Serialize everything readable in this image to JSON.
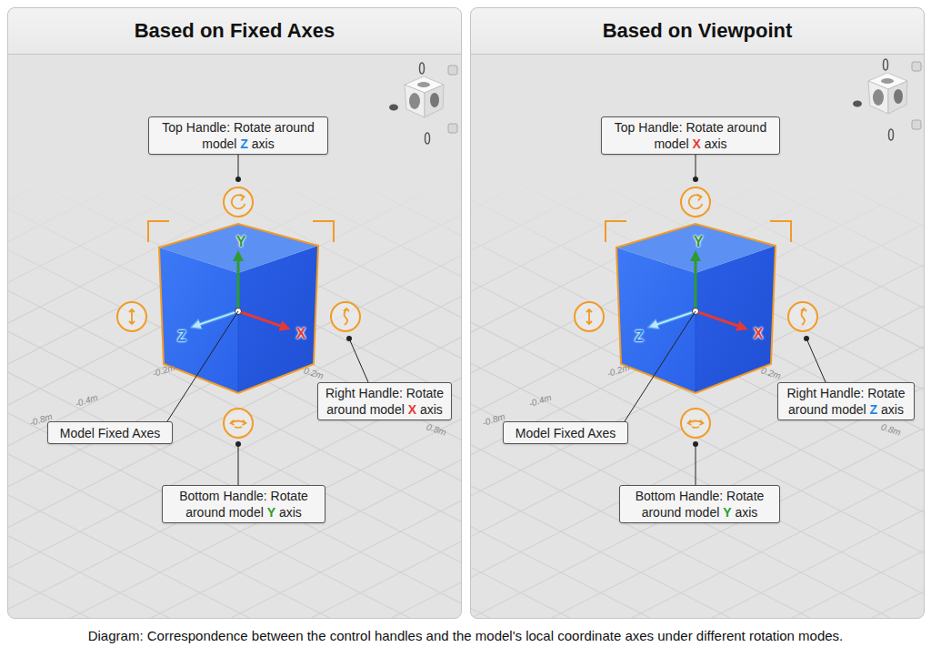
{
  "diagram": {
    "caption": "Diagram: Correspondence between the control handles and the model's local coordinate axes under different rotation modes.",
    "nodes": [
      {
        "text": [
          "Based on Fixed Axes"
        ]
      },
      {
        "text": [
          "Top Handle: Rotate around model Z axis"
        ],
        "in": 0
      },
      {
        "text": [
          "Right Handle: Rotate around model X axis"
        ],
        "in": 0
      },
      {
        "text": [
          "Model Fixed Axes"
        ],
        "in": 0
      },
      {
        "text": [
          "Bottom Handle: Rotate around model Y axis"
        ],
        "in": 0
      },
      {
        "text": [
          "Based on Viewpoint"
        ]
      },
      {
        "text": [
          "Top Handle: Rotate around model X axis"
        ],
        "in": 5
      },
      {
        "text": [
          "Right Handle: Rotate around model Z axis"
        ],
        "in": 5
      },
      {
        "text": [
          "Model Fixed Axes"
        ],
        "in": 5
      },
      {
        "text": [
          "Bottom Handle: Rotate around model Y axis"
        ],
        "in": 5
      }
    ],
    "labels": [
      "Y",
      "Z",
      "X",
      "-0.8m",
      "-0.4m",
      "-0.2m",
      "0.2m",
      "0.8m",
      "Y",
      "Z",
      "X",
      "-0.8m",
      "-0.4m",
      "-0.2m",
      "0.2m",
      "0.8m"
    ]
  }
}
